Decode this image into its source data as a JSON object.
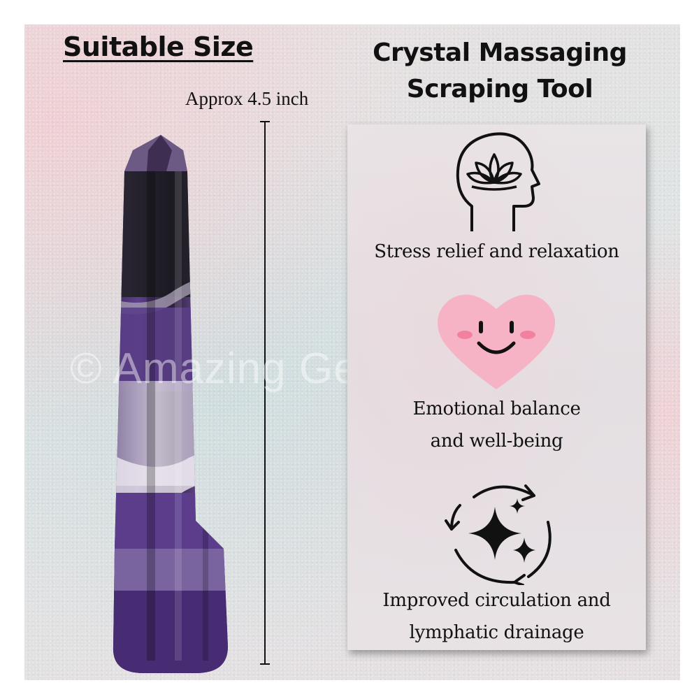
{
  "left": {
    "heading": "Suitable Size",
    "measurement_label": "Approx 4.5 inch"
  },
  "right": {
    "heading_line1": "Crystal Massaging",
    "heading_line2": "Scraping Tool"
  },
  "benefits": [
    {
      "icon": "head-lotus-icon",
      "line1": "Stress relief and relaxation",
      "line2": ""
    },
    {
      "icon": "smiling-heart-icon",
      "line1": "Emotional balance",
      "line2": "and well-being"
    },
    {
      "icon": "sparkle-circulation-icon",
      "line1": "Improved circulation and",
      "line2": "lymphatic drainage"
    }
  ],
  "watermark": "© Amazing Gemstones",
  "colors": {
    "text": "#111111",
    "crystal_purple": "#4b2f70",
    "heart_pink": "#f7b6c8",
    "heart_cheek": "#f28aa6"
  }
}
